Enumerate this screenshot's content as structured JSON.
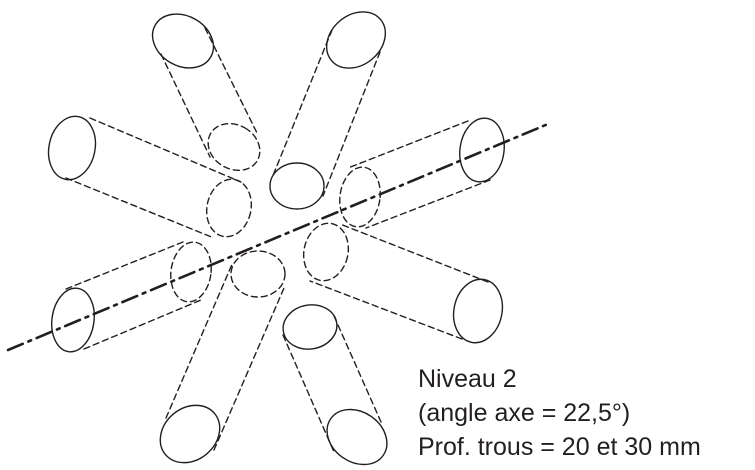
{
  "caption": {
    "level": "Niveau 2",
    "axis_angle": "(angle axe = 22,5°)",
    "hole_depth": "Prof. trous = 20 et 30 mm"
  },
  "colors": {
    "stroke": "#231f20",
    "background": "#ffffff"
  }
}
